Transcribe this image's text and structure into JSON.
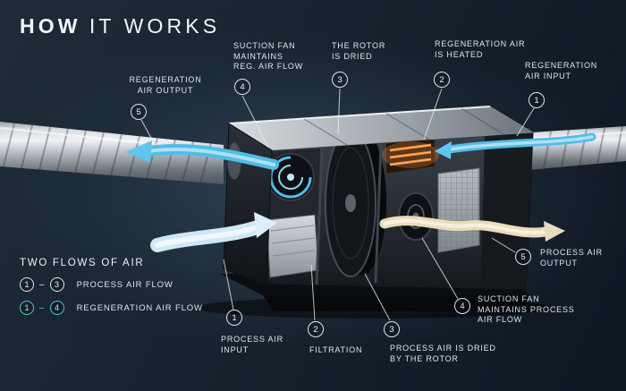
{
  "title": {
    "bold": "HOW",
    "light": "IT WORKS"
  },
  "callouts": {
    "top": [
      {
        "num": "5",
        "label": "REGENERATION\nAIR OUTPUT"
      },
      {
        "num": "4",
        "label": "SUCTION FAN\nMAINTAINS\nREG. AIR FLOW"
      },
      {
        "num": "3",
        "label": "THE ROTOR\nIS DRIED"
      },
      {
        "num": "2",
        "label": "REGENERATION AIR\nIS HEATED"
      },
      {
        "num": "1",
        "label": "REGENERATION\nAIR INPUT"
      }
    ],
    "bottom": [
      {
        "num": "1",
        "label": "PROCESS AIR\nINPUT"
      },
      {
        "num": "2",
        "label": "FILTRATION"
      },
      {
        "num": "3",
        "label": "PROCESS AIR IS DRIED\nBY THE ROTOR"
      },
      {
        "num": "4",
        "label": "SUCTION FAN\nMAINTAINS PROCESS\nAIR FLOW"
      },
      {
        "num": "5",
        "label": "PROCESS AIR\nOUTPUT"
      }
    ]
  },
  "legend": {
    "heading": "TWO FLOWS OF AIR",
    "rows": [
      {
        "from": "1",
        "dash": "–",
        "to": "3",
        "label": "PROCESS AIR FLOW",
        "color": "#ffffff"
      },
      {
        "from": "1",
        "dash": "–",
        "to": "4",
        "label": "REGENERATION AIR FLOW",
        "color": "#58c1ea"
      }
    ]
  },
  "colors": {
    "accent_cyan": "#58c1ea",
    "heater_orange": "#e8822f",
    "process_air_beige": "#e8dcbc",
    "background_navy": "#15202b"
  }
}
